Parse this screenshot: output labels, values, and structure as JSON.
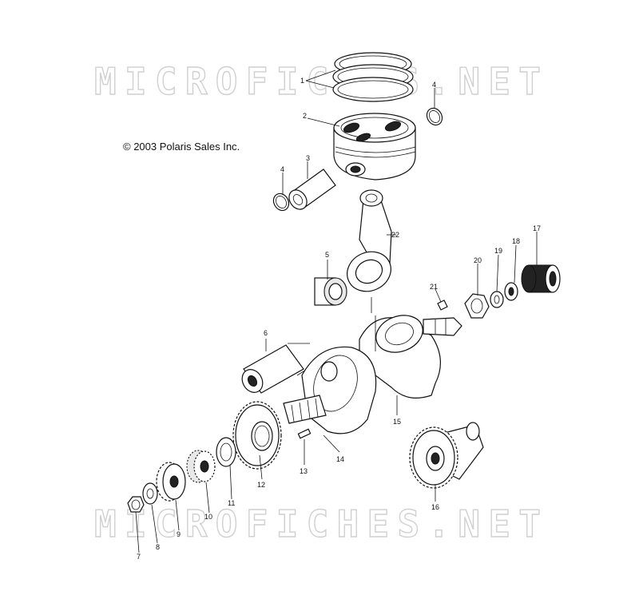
{
  "diagram": {
    "copyright": "© 2003 Polaris Sales Inc.",
    "watermark_top": "MICROFICHES.NET",
    "watermark_bottom": "MICROFICHES.NET",
    "callouts": {
      "c1": "1",
      "c2": "2",
      "c3": "3",
      "c4a": "4",
      "c4b": "4",
      "c5": "5",
      "c6": "6",
      "c7": "7",
      "c8": "8",
      "c9": "9",
      "c10": "10",
      "c11": "11",
      "c12": "12",
      "c13": "13",
      "c14": "14",
      "c15": "15",
      "c16": "16",
      "c17": "17",
      "c18": "18",
      "c19": "19",
      "c20": "20",
      "c21": "21",
      "c22": "22"
    }
  }
}
